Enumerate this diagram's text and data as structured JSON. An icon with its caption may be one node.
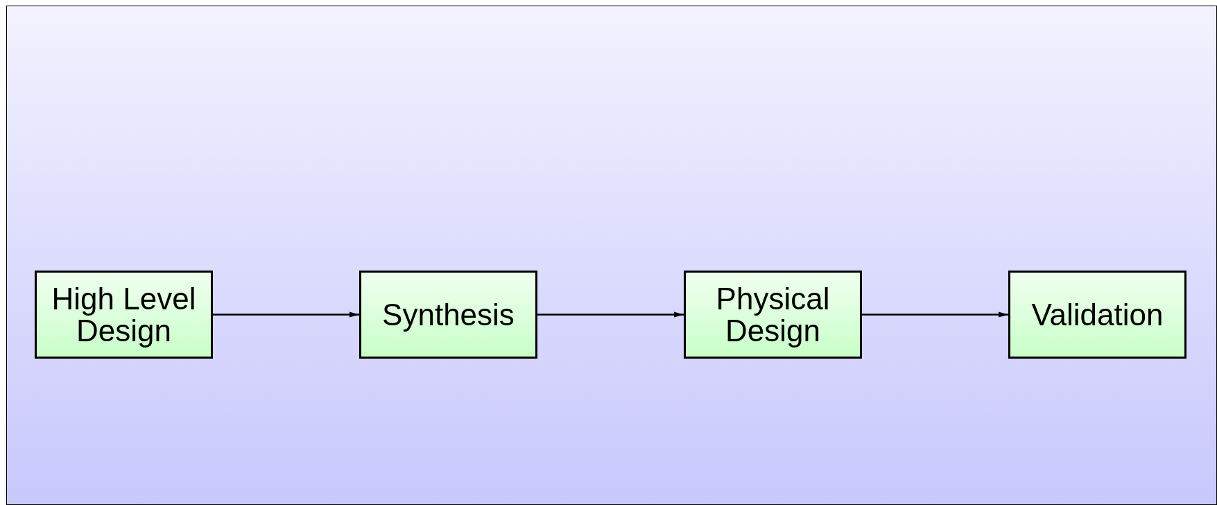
{
  "diagram": {
    "nodes": [
      {
        "text": [
          "High Level Design"
        ]
      },
      {
        "text": [
          "Synthesis"
        ]
      },
      {
        "text": [
          "Physical Design"
        ]
      },
      {
        "text": [
          "Validation"
        ]
      }
    ],
    "edges": [
      {
        "from": 0,
        "to": 1,
        "arrow": "to"
      },
      {
        "from": 1,
        "to": 2,
        "arrow": "to"
      },
      {
        "from": 2,
        "to": 3,
        "arrow": "to"
      }
    ]
  }
}
